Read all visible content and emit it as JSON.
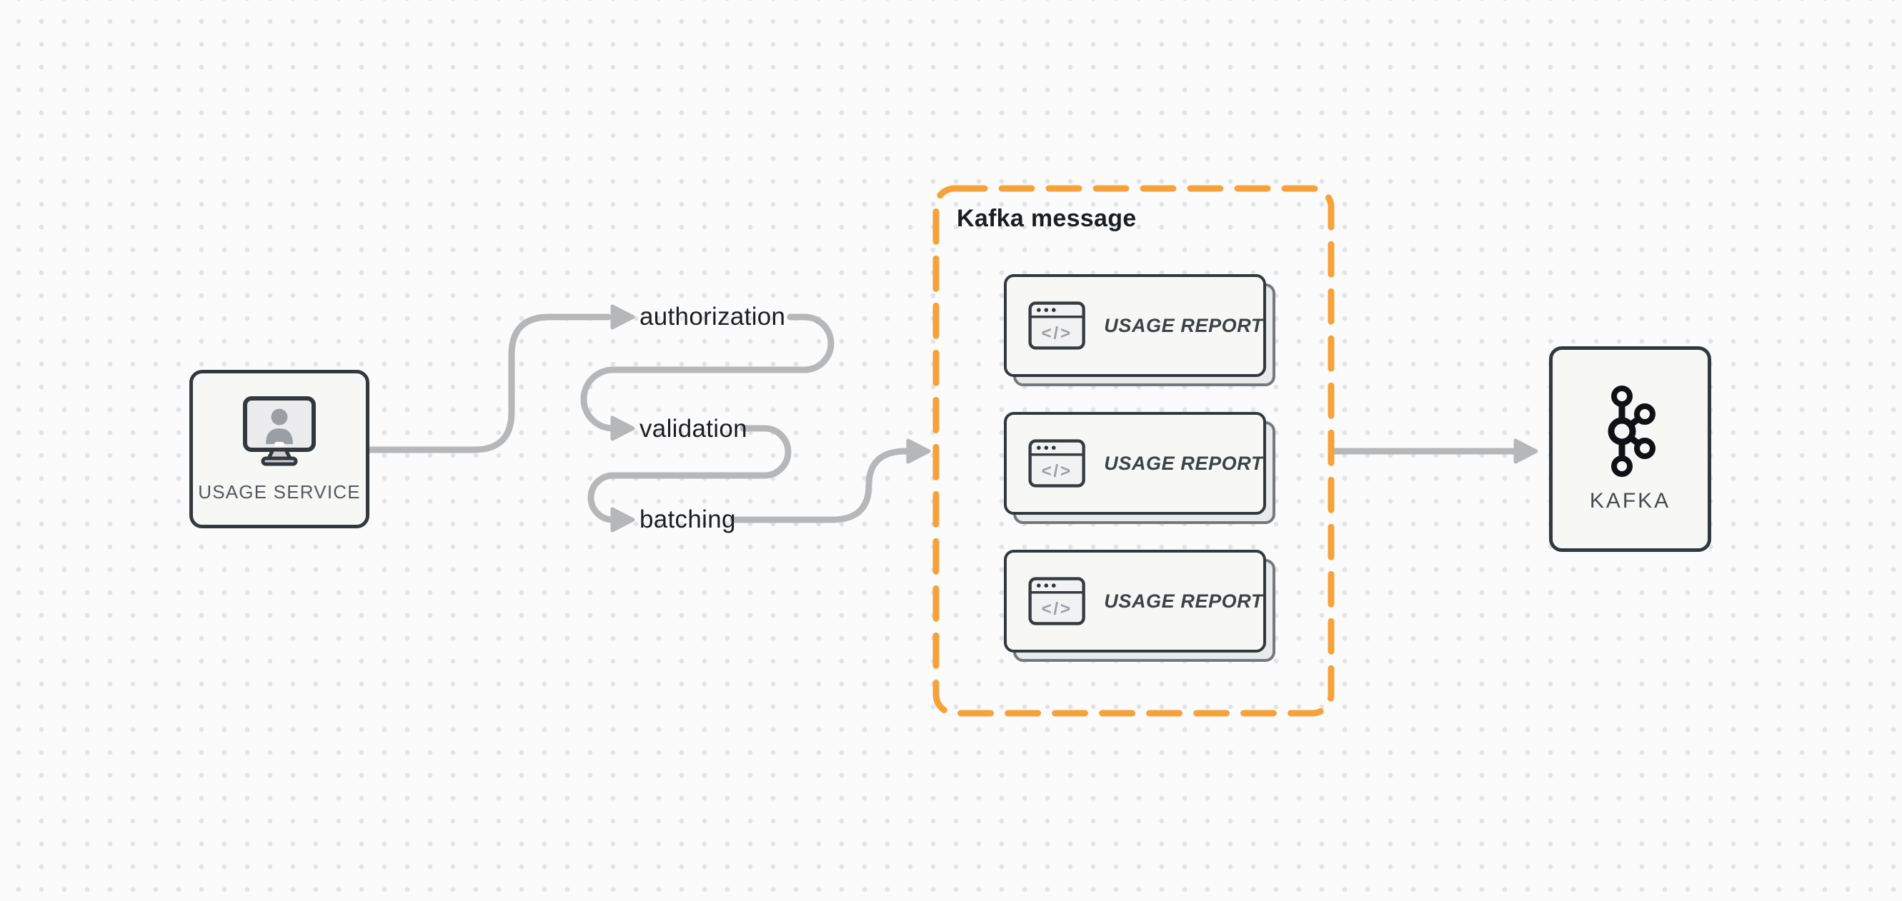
{
  "diagram": {
    "nodes": {
      "usage_service": {
        "label": "USAGE SERVICE",
        "icon": "monitor-user-icon"
      },
      "kafka": {
        "label": "KAFKA",
        "icon": "kafka-logo-icon"
      }
    },
    "flow_steps": [
      {
        "label": "authorization"
      },
      {
        "label": "validation"
      },
      {
        "label": "batching"
      }
    ],
    "kafka_message_group": {
      "title": "Kafka message",
      "cards": [
        {
          "label": "USAGE REPORT",
          "icon": "code-window-icon"
        },
        {
          "label": "USAGE REPORT",
          "icon": "code-window-icon"
        },
        {
          "label": "USAGE REPORT",
          "icon": "code-window-icon"
        }
      ]
    },
    "icons": {
      "code_glyph": "</>"
    }
  },
  "theme": {
    "bg": "#FBFBFC",
    "dot": "#E2E3E5",
    "ink": "#1B1E21",
    "accent-orange": "#F6A23B",
    "wire-gray": "#B6B7B9",
    "node-border": "#33383D",
    "node-bg": "#F7F8F6",
    "muted-label": "#54585D",
    "card-shadow-bg": "#E9EAEB",
    "card-shadow-border": "#75797D",
    "icon-gray": "#9B9FA4"
  }
}
